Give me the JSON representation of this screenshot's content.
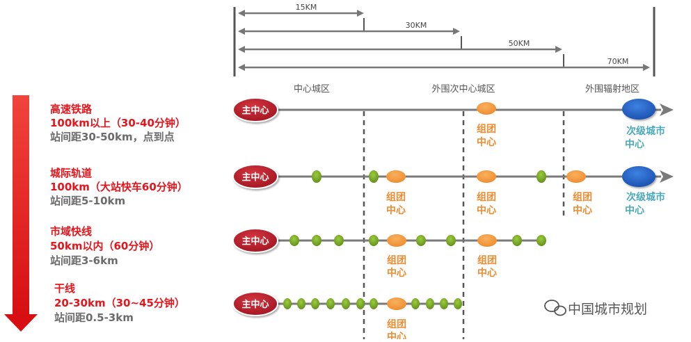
{
  "scale": {
    "ranges": [
      "15KM",
      "30KM",
      "50KM",
      "70KM"
    ],
    "zones": [
      "中心城区",
      "外围次中心城区",
      "外围辐射地区"
    ]
  },
  "rows": [
    {
      "name": "高速铁路",
      "spec": "100km以上（30-40分钟）",
      "spacing": "站间距30-50km，点到点",
      "hub": "主中心",
      "cluster_label": [
        "组团",
        "中心"
      ],
      "subcenter_label": [
        "次级城市",
        "中心"
      ]
    },
    {
      "name": "城际轨道",
      "spec": "100km（大站快车60分钟）",
      "spacing": "站间距5-10km",
      "hub": "主中心",
      "cluster_label": [
        "组团",
        "中心"
      ],
      "subcenter_label": [
        "次级城市",
        "中心"
      ]
    },
    {
      "name": "市域快线",
      "spec": "50km以内（60分钟）",
      "spacing": "站间距3-6km",
      "hub": "主中心",
      "cluster_label": [
        "组团",
        "中心"
      ]
    },
    {
      "name": "干线",
      "spec": "20-30km（30~45分钟）",
      "spacing": "站间距0.5-3km",
      "hub": "主中心",
      "cluster_label": [
        "组团",
        "中心"
      ]
    }
  ],
  "watermark": "中国城市规划",
  "colors": {
    "red_text": "#e8141b",
    "grey_text": "#6b6b6b",
    "hub": "#b71c2a",
    "cluster": "#f39a3c",
    "station": "#7ba428",
    "subcenter": "#1f5fc1",
    "cluster_text": "#ef8a2e",
    "subcenter_text": "#4aa9b9"
  }
}
